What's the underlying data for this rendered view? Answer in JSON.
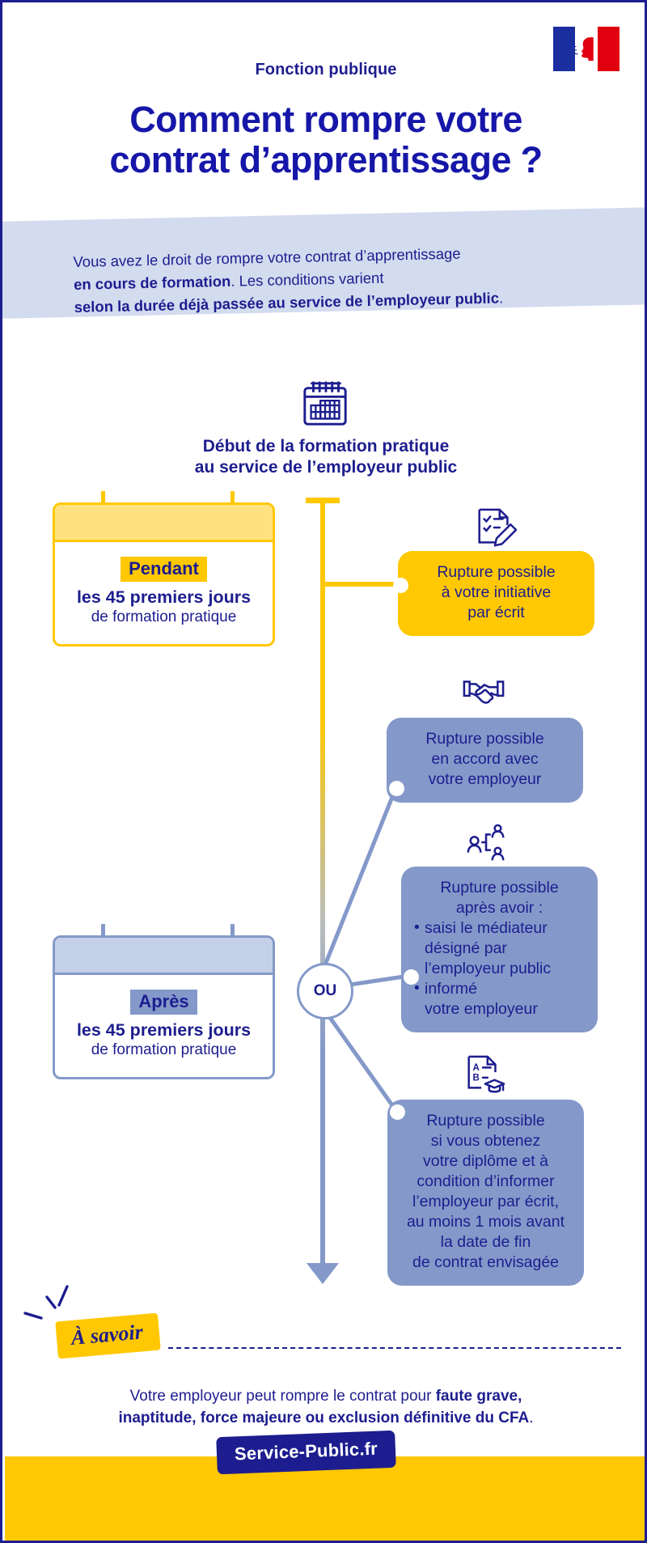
{
  "header": {
    "eyebrow": "Fonction publique",
    "title_line1": "Comment rompre votre",
    "title_line2": "contrat d’apprentissage ?",
    "flag_icon": "french-republic-marianne-flag"
  },
  "intro": {
    "line1": "Vous avez le droit de rompre votre contrat d’apprentissage",
    "line2_bold": "en cours de formation",
    "line2_rest": ". Les conditions varient",
    "line3_bold": "selon la durée déjà passée au service de l’employeur public",
    "line3_rest": "."
  },
  "timeline": {
    "icon": "calendar-icon",
    "heading_line1": "Début de la formation pratique",
    "heading_line2": "au service de l’employeur public",
    "or_label": "OU",
    "periods": [
      {
        "id": "pendant",
        "chip": "Pendant",
        "line1": "les 45 premiers jours",
        "line2": "de formation pratique",
        "accent": "#FFC800"
      },
      {
        "id": "apres",
        "chip": "Après",
        "line1": "les 45 premiers jours",
        "line2": "de formation pratique",
        "accent": "#8499C9"
      }
    ],
    "outcomes": [
      {
        "id": "initiative",
        "icon": "checklist-pen-icon",
        "style": "yellow",
        "lines": [
          "Rupture possible",
          "à votre initiative",
          "par écrit"
        ]
      },
      {
        "id": "accord-employeur",
        "icon": "handshake-icon",
        "style": "blue",
        "lines": [
          "Rupture possible",
          "en accord avec",
          "votre employeur"
        ]
      },
      {
        "id": "mediateur",
        "icon": "mediation-people-icon",
        "style": "blue",
        "lines": [
          "Rupture possible",
          "après avoir :"
        ],
        "bullets": [
          [
            "saisi le médiateur",
            "désigné par",
            "l’employeur public"
          ],
          [
            "informé",
            "votre employeur"
          ]
        ]
      },
      {
        "id": "diplome",
        "icon": "diploma-document-icon",
        "style": "blue",
        "lines": [
          "Rupture possible",
          "si vous obtenez",
          "votre diplôme et à",
          "condition d’informer",
          "l’employeur par écrit,",
          "au moins 1 mois avant",
          "la date de fin",
          "de contrat envisagée"
        ]
      }
    ]
  },
  "note": {
    "badge": "À savoir",
    "line1_rest": "Votre employeur peut rompre le contrat pour ",
    "line1_bold": "faute grave,",
    "line2_bold": "inaptitude, force majeure ou exclusion définitive du CFA",
    "line2_rest": "."
  },
  "footer": {
    "logo": "Service-Public.fr"
  },
  "colors": {
    "brand_blue": "#1D1D8F",
    "title_blue": "#1617A8",
    "yellow": "#FFC800",
    "light_yellow": "#FFE27F",
    "soft_blue": "#8499C9",
    "pale_blue": "#C4CFE8",
    "banner_blue": "#D3DBEF"
  }
}
